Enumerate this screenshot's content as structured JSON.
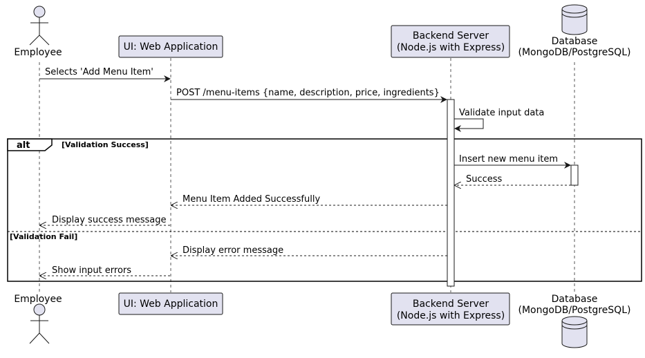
{
  "participants": {
    "employee": "Employee",
    "ui": "UI: Web Application",
    "backend_line1": "Backend Server",
    "backend_line2": "(Node.js with Express)",
    "db_line1": "Database",
    "db_line2": "(MongoDB/PostgreSQL)"
  },
  "messages": {
    "m1": "Selects 'Add Menu Item'",
    "m2": "POST /menu-items {name, description, price, ingredients}",
    "m3": "Validate input data",
    "m4": "Insert new menu item",
    "m5": "Success",
    "m6": "Menu Item Added Successfully",
    "m7": "Display success message",
    "m8": "Display error message",
    "m9": "Show input errors"
  },
  "alt_frame": {
    "keyword": "alt",
    "guard_success": "[Validation Success]",
    "guard_fail": "[Validation Fail]"
  }
}
